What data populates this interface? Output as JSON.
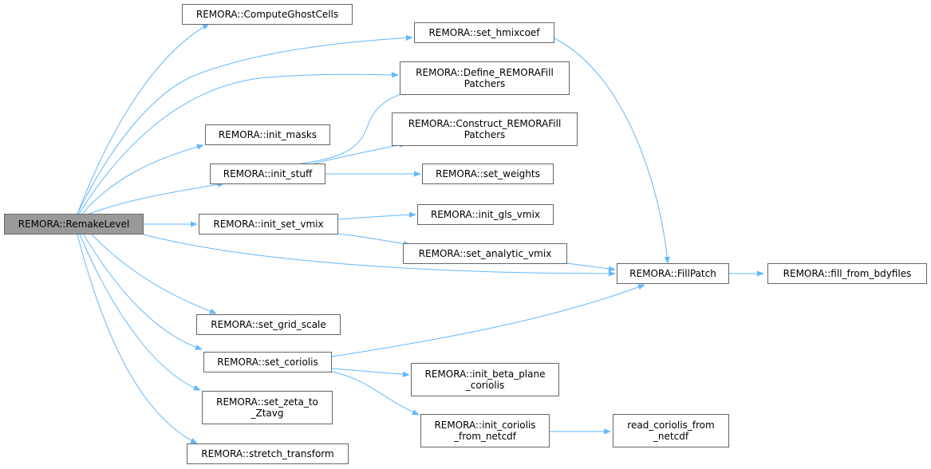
{
  "nodes": {
    "remake_level": "REMORA::RemakeLevel",
    "compute_ghost_cells": "REMORA::ComputeGhostCells",
    "set_hmixcoef": "REMORA::set_hmixcoef",
    "define_fill_patchers": [
      "REMORA::Define_REMORAFill",
      "Patchers"
    ],
    "init_masks": "REMORA::init_masks",
    "construct_fill_patchers": [
      "REMORA::Construct_REMORAFill",
      "Patchers"
    ],
    "init_stuff": "REMORA::init_stuff",
    "set_weights": "REMORA::set_weights",
    "init_set_vmix": "REMORA::init_set_vmix",
    "init_gls_vmix": "REMORA::init_gls_vmix",
    "set_analytic_vmix": "REMORA::set_analytic_vmix",
    "fill_patch": "REMORA::FillPatch",
    "fill_from_bdyfiles": "REMORA::fill_from_bdyfiles",
    "set_grid_scale": "REMORA::set_grid_scale",
    "set_coriolis": "REMORA::set_coriolis",
    "init_beta_plane_coriolis": [
      "REMORA::init_beta_plane",
      "_coriolis"
    ],
    "set_zeta_to_ztavg": [
      "REMORA::set_zeta_to",
      "_Ztavg"
    ],
    "init_coriolis_from_netcdf": [
      "REMORA::init_coriolis",
      "_from_netcdf"
    ],
    "read_coriolis_from_netcdf": [
      "read_coriolis_from",
      "_netcdf"
    ],
    "stretch_transform": "REMORA::stretch_transform"
  },
  "colors": {
    "edge": "#63b8ff",
    "node_border": "#666666",
    "root_fill": "#999999"
  }
}
